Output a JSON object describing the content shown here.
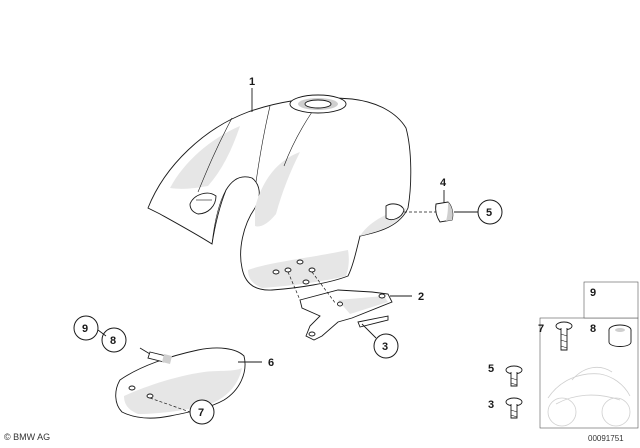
{
  "callouts": {
    "p1": "1",
    "p2": "2",
    "p3": "3",
    "p4": "4",
    "p5": "5",
    "p6": "6",
    "p7": "7",
    "p8": "8",
    "p9": "9"
  },
  "kit": {
    "p9": "9",
    "p8": "8",
    "p7": "7",
    "p5": "5",
    "p3": "3"
  },
  "footer": {
    "copyright": "© BMW AG",
    "code": "00091751"
  }
}
